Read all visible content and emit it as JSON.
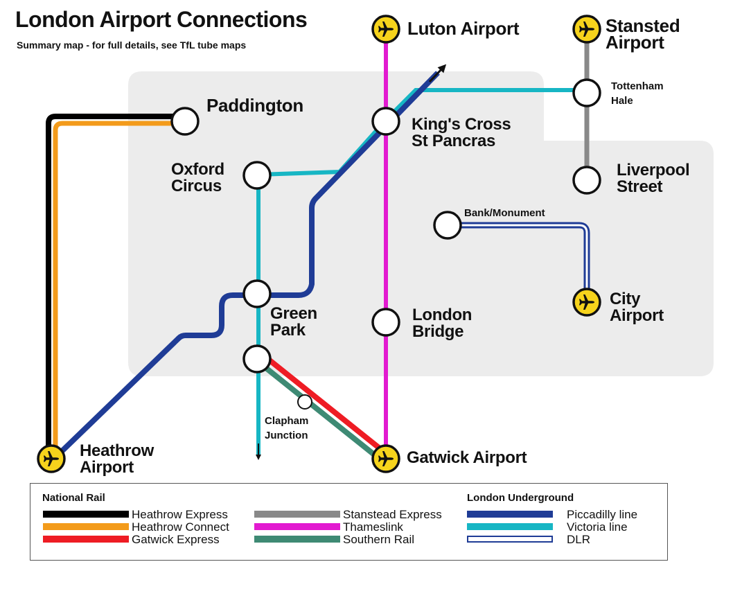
{
  "map": {
    "title": "London Airport Connections",
    "subtitle": "Summary map - for full details, see TfL tube maps"
  },
  "colors": {
    "background_zone": "#ececec",
    "heathrow_express": "#000000",
    "heathrow_connect": "#f39b1b",
    "gatwick_express": "#ee1c24",
    "stansted_express": "#898989",
    "thameslink": "#e21ad0",
    "southern_rail": "#3e8a74",
    "piccadilly": "#1f3c96",
    "victoria": "#17b6c4",
    "dlr": "#1f3c96",
    "airport_marker": "#f6d31c"
  },
  "stations": {
    "luton": "Luton Airport",
    "stansted": "Stansted\nAirport",
    "paddington": "Paddington",
    "oxford_circus": "Oxford\nCircus",
    "kings_cross": "King's Cross\nSt Pancras",
    "tottenham_hale": "Tottenham\nHale",
    "liverpool_street": "Liverpool\nStreet",
    "bank_monument": "Bank/Monument",
    "city_airport": "City\nAirport",
    "green_park": "Green\nPark",
    "london_bridge": "London\nBridge",
    "clapham_junction": "Clapham\nJunction",
    "heathrow": "Heathrow\nAirport",
    "gatwick": "Gatwick Airport"
  },
  "legend": {
    "national_rail_heading": "National Rail",
    "underground_heading": "London Underground",
    "items": [
      {
        "label": "Heathrow Express",
        "color": "#000000"
      },
      {
        "label": "Heathrow Connect",
        "color": "#f39b1b"
      },
      {
        "label": "Gatwick Express",
        "color": "#ee1c24"
      },
      {
        "label": "Stanstead Express",
        "color": "#898989"
      },
      {
        "label": "Thameslink",
        "color": "#e21ad0"
      },
      {
        "label": "Southern Rail",
        "color": "#3e8a74"
      },
      {
        "label": "Piccadilly line",
        "color": "#1f3c96"
      },
      {
        "label": "Victoria line",
        "color": "#17b6c4"
      },
      {
        "label": "DLR",
        "color": "#1f3c96"
      }
    ]
  }
}
